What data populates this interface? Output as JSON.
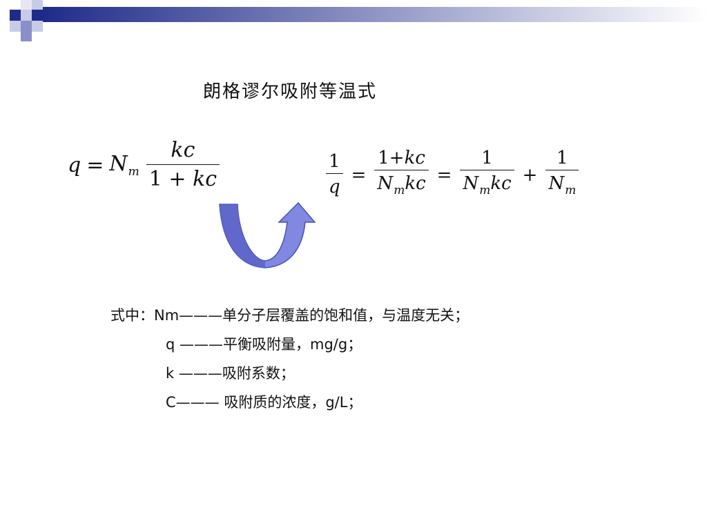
{
  "slide": {
    "title": "朗格谬尔吸附等温式",
    "colors": {
      "band_dark": "#1f2b8a",
      "band_light": "#ffffff",
      "arrow_fill": "#8088e0",
      "arrow_stroke": "#4a53b8"
    }
  },
  "formula_left": {
    "lhs": "q",
    "eq": "=",
    "coef": "N",
    "coef_sub": "m",
    "num": "kc",
    "den_one": "1",
    "den_plus": "+",
    "den_kc": "kc"
  },
  "formula_right": {
    "f1_num": "1",
    "f1_den": "q",
    "eq1": "=",
    "f2_num_one": "1",
    "f2_num_plus": "+",
    "f2_num_kc": "kc",
    "f2_den_n": "N",
    "f2_den_sub": "m",
    "f2_den_kc": "kc",
    "eq2": "=",
    "f3_num": "1",
    "f3_den_n": "N",
    "f3_den_sub": "m",
    "f3_den_kc": "kc",
    "plus": "+",
    "f4_num": "1",
    "f4_den_n": "N",
    "f4_den_sub": "m"
  },
  "notes": {
    "line1": "式中：Nm———单分子层覆盖的饱和值，与温度无关；",
    "line2": "q ———平衡吸附量，mg/g；",
    "line3": "k ———吸附系数；",
    "line4": "C——— 吸附质的浓度，g/L；"
  }
}
